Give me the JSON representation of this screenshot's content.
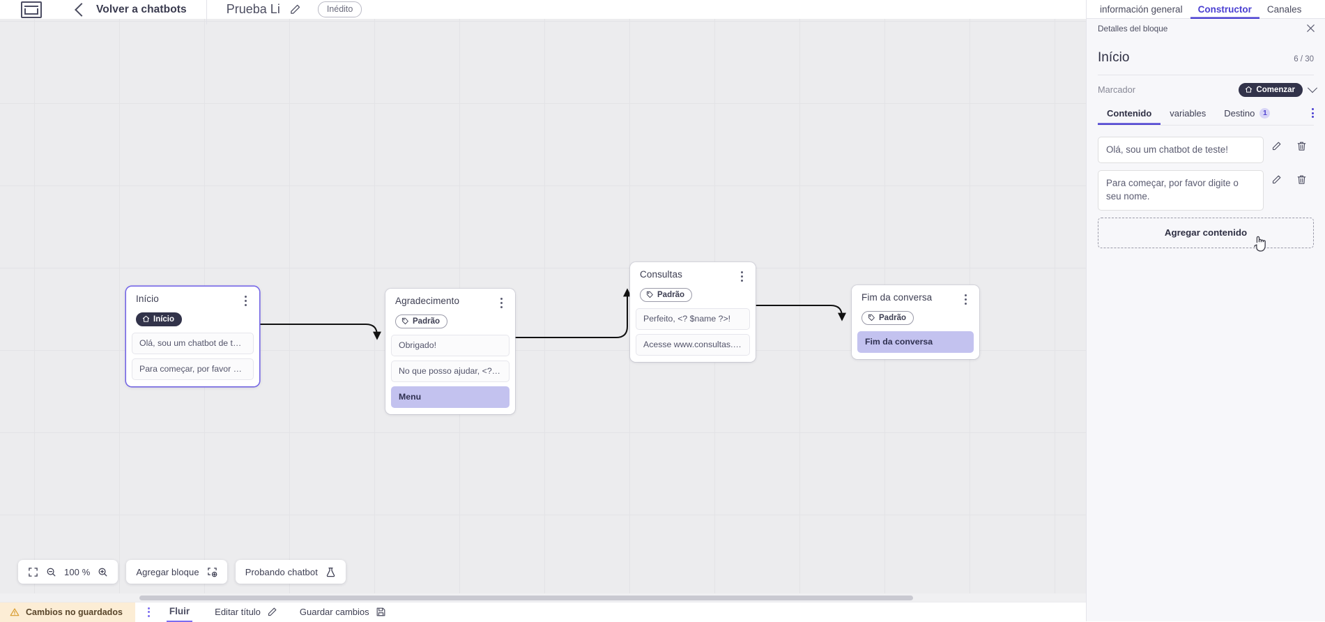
{
  "topbar": {
    "logo_icon": "app-logo-icon",
    "back_icon": "chevron-left-icon",
    "back_label": "Volver a chatbots",
    "project_name": "Prueba Li",
    "edit_icon": "pencil-icon",
    "status_badge": "Inédito"
  },
  "canvas": {
    "nodes": [
      {
        "id": "inicio",
        "title": "Início",
        "tag": {
          "label": "Início",
          "icon": "home-icon",
          "style": "dark"
        },
        "selected": true,
        "menu_icon": "kebab-menu-icon",
        "items": [
          {
            "text": "Olá, sou um chatbot de teste!",
            "accent": false
          },
          {
            "text": "Para começar, por favor digite o ...",
            "accent": false
          }
        ]
      },
      {
        "id": "agradecimento",
        "title": "Agradecimento",
        "tag": {
          "label": "Padrão",
          "icon": "tag-icon",
          "style": "outline"
        },
        "selected": false,
        "menu_icon": "kebab-menu-icon",
        "items": [
          {
            "text": "Obrigado!",
            "accent": false
          },
          {
            "text": "No que posso ajudar, <? $name ...",
            "accent": false
          },
          {
            "text": "Menu",
            "accent": true
          }
        ]
      },
      {
        "id": "consultas",
        "title": "Consultas",
        "tag": {
          "label": "Padrão",
          "icon": "tag-icon",
          "style": "outline"
        },
        "selected": false,
        "menu_icon": "kebab-menu-icon",
        "items": [
          {
            "text": "Perfeito, <? $name ?>!",
            "accent": false
          },
          {
            "text": "Acesse www.consultas.com par...",
            "accent": false
          }
        ]
      },
      {
        "id": "fim",
        "title": "Fim da conversa",
        "tag": {
          "label": "Padrão",
          "icon": "tag-icon",
          "style": "outline"
        },
        "selected": false,
        "menu_icon": "kebab-menu-icon",
        "items": [
          {
            "text": "Fim da conversa",
            "accent": true
          }
        ]
      }
    ]
  },
  "tools": {
    "fit_icon": "fit-screen-icon",
    "zoom_out_icon": "zoom-out-icon",
    "zoom_level": "100 %",
    "zoom_in_icon": "zoom-in-icon",
    "add_block_label": "Agregar bloque",
    "add_block_icon": "add-block-icon",
    "test_bot_label": "Probando chatbot",
    "test_bot_icon": "flask-icon"
  },
  "bottombar": {
    "warning_icon": "warning-triangle-icon",
    "unsaved_label": "Cambios no guardados",
    "kebab_icon": "kebab-menu-icon",
    "flow_tab": "Fluir",
    "edit_title_label": "Editar título",
    "edit_title_icon": "pencil-icon",
    "save_label": "Guardar cambios",
    "save_icon": "floppy-disk-icon"
  },
  "right_panel": {
    "tabs": [
      {
        "label": "información general",
        "active": false
      },
      {
        "label": "Constructor",
        "active": true
      },
      {
        "label": "Canales",
        "active": false
      }
    ],
    "header_label": "Detalles del bloque",
    "close_icon": "close-icon",
    "block_title": "Início",
    "block_count": "6 / 30",
    "marker_label": "Marcador",
    "marker_badge": "Comenzar",
    "marker_badge_icon": "home-icon",
    "marker_chevron_icon": "chevron-down-icon",
    "sub_tabs": [
      {
        "label": "Contenido",
        "active": true,
        "badge": ""
      },
      {
        "label": "variables",
        "active": false,
        "badge": ""
      },
      {
        "label": "Destino",
        "active": false,
        "badge": "1"
      }
    ],
    "sub_tabs_menu_icon": "kebab-menu-icon",
    "messages": [
      {
        "text": "Olá, sou um chatbot de teste!",
        "edit_icon": "pencil-icon",
        "delete_icon": "trash-icon"
      },
      {
        "text": "Para começar, por favor digite o seu nome.",
        "edit_icon": "pencil-icon",
        "delete_icon": "trash-icon"
      }
    ],
    "add_content_label": "Agregar contenido"
  },
  "colors": {
    "accent_purple": "#4a3fd1",
    "node_accent": "#c3c2ef",
    "dark_badge": "#32334a",
    "warning_bg": "#fcedd5",
    "canvas_bg": "#ececee"
  }
}
